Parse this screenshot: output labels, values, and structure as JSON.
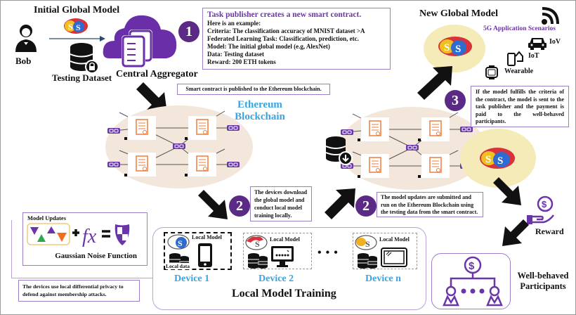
{
  "top_left": {
    "initial_model_label": "Initial  Global Model",
    "bob_label": "Bob",
    "testing_dataset_label": "Testing Dataset",
    "central_aggregator_label": "Central Aggregator"
  },
  "step1": {
    "number": "1",
    "title": "Task publisher creates a new smart contract.",
    "lines": [
      "Here is an example:",
      "Criteria: The  classification accuracy of  MNIST dataset >A",
      "Federated Learning Task: Classification, prediction, etc.",
      "Model: The initial global model (e.g, AlexNet)",
      "Data: Testing dataset",
      "Reward: 200 ETH tokens"
    ]
  },
  "blockchain": {
    "published_note": "Smart contract is published to the Ethereum blockchain.",
    "label_line1": "Ethereum",
    "label_line2": "Blockchain"
  },
  "new_model": {
    "label": "New Global Model",
    "scenarios_title": "5G Application Scenarios",
    "scenarios": [
      "IoV",
      "IoT",
      "Wearable"
    ]
  },
  "step3": {
    "number": "3",
    "text": "If the model  fulfills the criteria of the contract, the model is sent to the task publisher and the payment is paid to the well-behaved participants."
  },
  "step2_download": {
    "number": "2",
    "text": "The devices download the global model and conduct local model training locally."
  },
  "step2_submit": {
    "number": "2",
    "text": "The model updates are submitted and run on the Ethereum Blockchain using the testing data from the smart contract."
  },
  "privacy": {
    "model_updates_label": "Model Updates",
    "function_label": "Gaussian Noise Function",
    "note": "The devices use local differential privacy to defend against membership attacks."
  },
  "local_training": {
    "title": "Local Model Training",
    "local_model_label": "Local Model",
    "local_data_label": "Local data",
    "devices": [
      "Device 1",
      "Device 2",
      "Device n"
    ],
    "ellipsis": "• • •"
  },
  "reward": {
    "label": "Reward",
    "participants_line1": "Well-behaved",
    "participants_line2": "Participants"
  },
  "colors": {
    "purple": "#6a35a8",
    "dark_purple": "#5b2a86",
    "blue": "#3aa4e0",
    "orange": "#ef7d3c",
    "chain_bg": "#f3e6da",
    "model_bg": "#f5ebb8"
  }
}
